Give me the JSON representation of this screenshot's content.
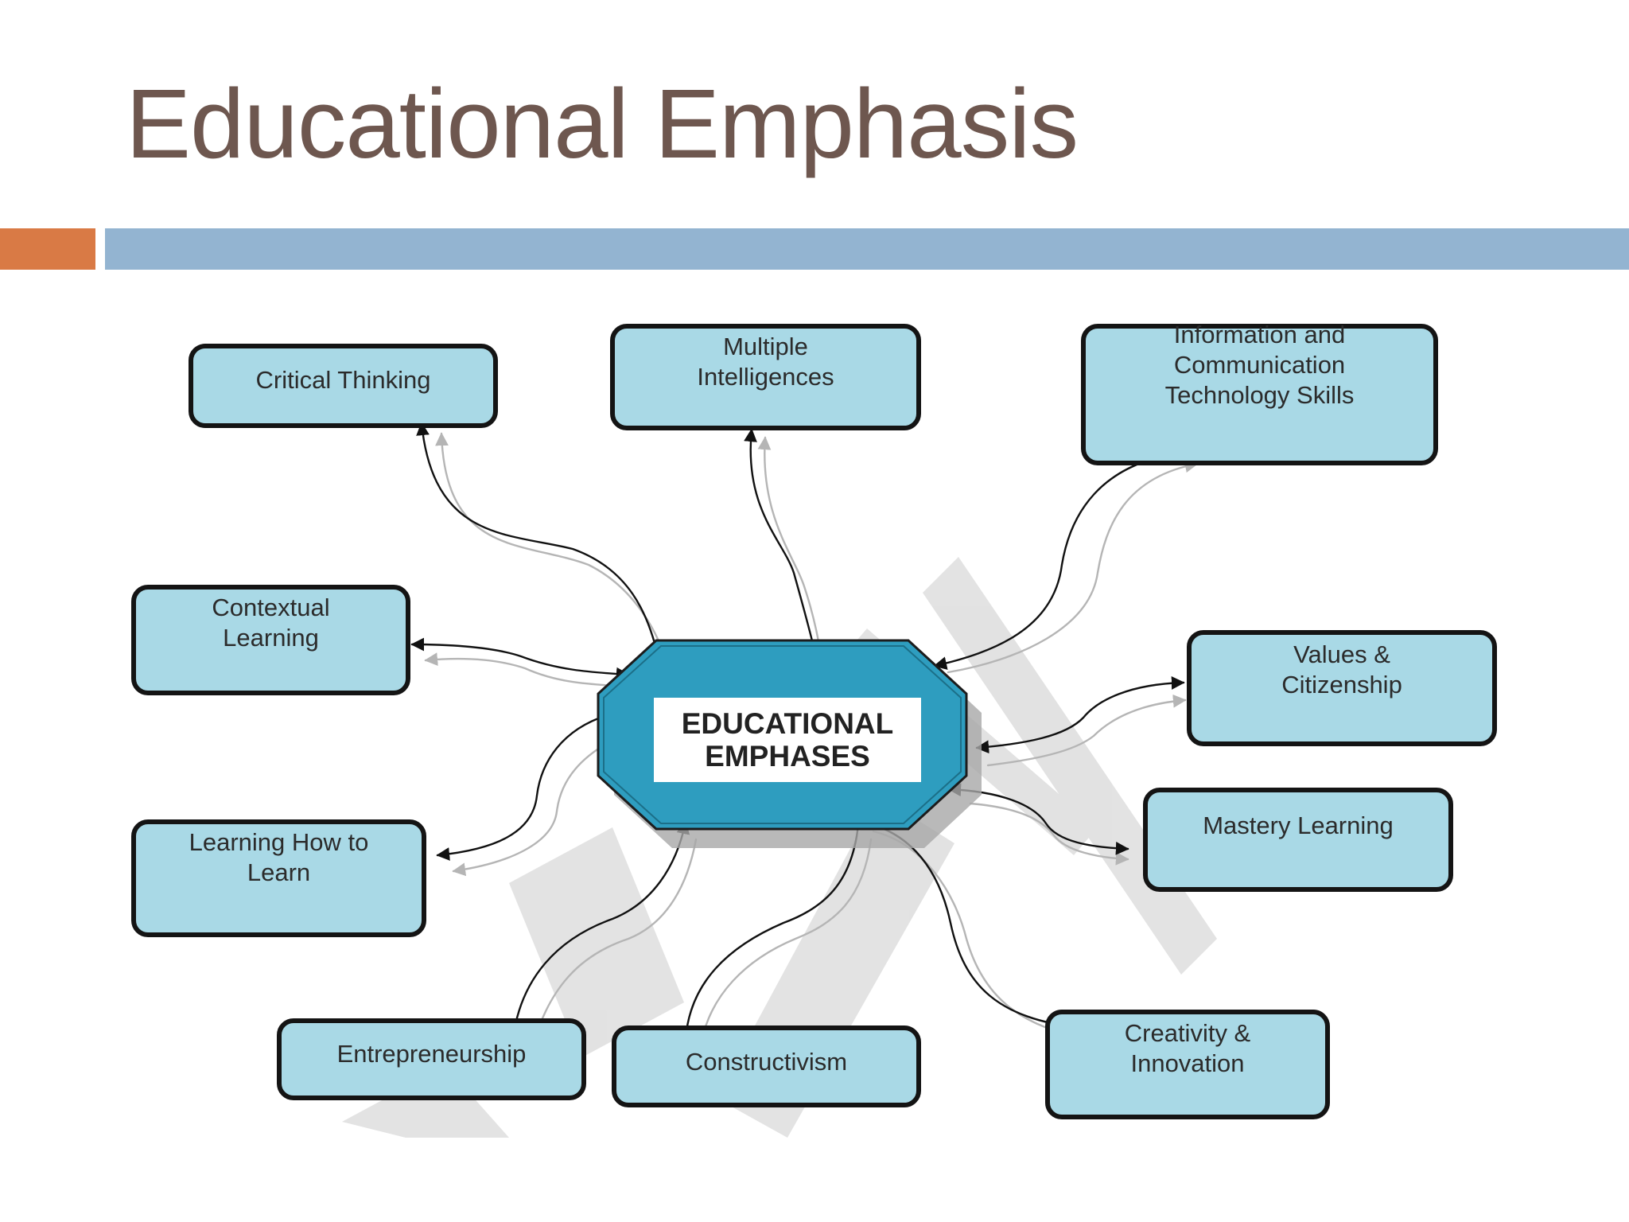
{
  "title": "Educational Emphasis",
  "colors": {
    "title": "#6e574f",
    "accent_orange": "#d97a45",
    "accent_blue": "#93b4d1",
    "node_fill": "#a9d9e6",
    "center_fill": "#2e9dbf"
  },
  "center": {
    "lines": [
      "EDUCATIONAL",
      "EMPHASES"
    ]
  },
  "nodes": [
    {
      "id": "critical-thinking",
      "lines": [
        "Critical Thinking"
      ]
    },
    {
      "id": "multiple-intelligences",
      "lines": [
        "Multiple",
        "Intelligences"
      ]
    },
    {
      "id": "ict-skills",
      "lines": [
        "Information and",
        "Communication",
        "Technology Skills"
      ]
    },
    {
      "id": "contextual-learning",
      "lines": [
        "Contextual",
        "Learning"
      ]
    },
    {
      "id": "values-citizenship",
      "lines": [
        "Values &",
        "Citizenship"
      ]
    },
    {
      "id": "learning-how-to-learn",
      "lines": [
        "Learning How to",
        "Learn"
      ]
    },
    {
      "id": "mastery-learning",
      "lines": [
        "Mastery Learning"
      ]
    },
    {
      "id": "entrepreneurship",
      "lines": [
        "Entrepreneurship"
      ]
    },
    {
      "id": "constructivism",
      "lines": [
        "Constructivism"
      ]
    },
    {
      "id": "creativity-innovation",
      "lines": [
        "Creativity &",
        "Innovation"
      ]
    }
  ]
}
